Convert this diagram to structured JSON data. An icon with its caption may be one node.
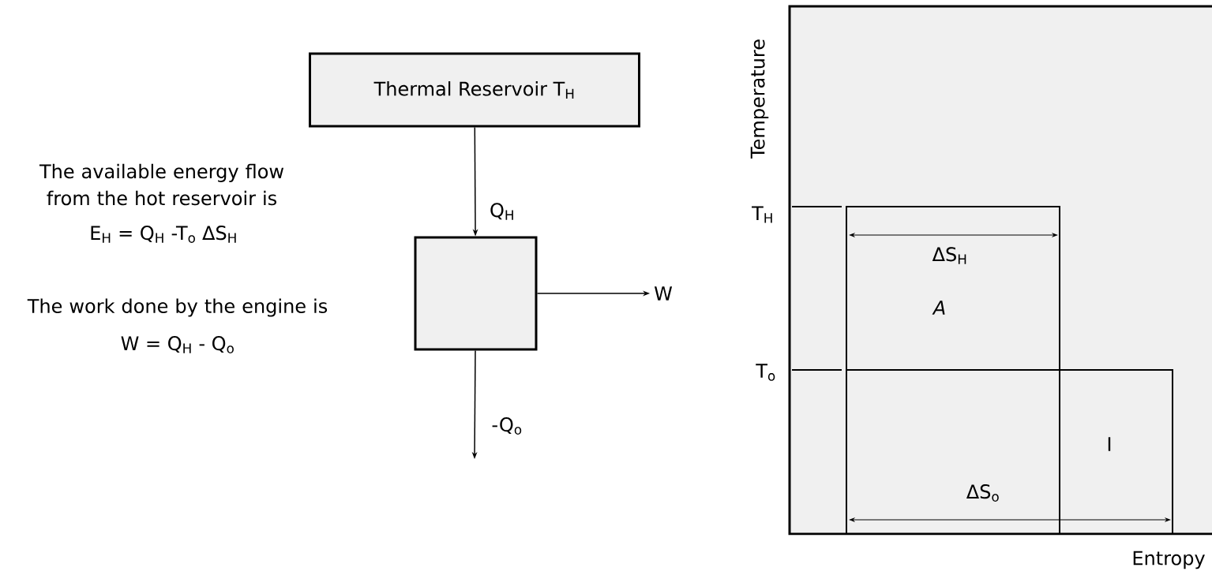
{
  "diagram": {
    "nodes": [
      {
        "text": [
          "Thermal Reservoir T$_{H}$"
        ]
      },
      {
        "text": [],
        "shape": "box"
      },
      {
        "text": [
          "W"
        ]
      }
    ],
    "edges": [
      {
        "from": 0,
        "to": 1,
        "arrow": "to",
        "label": "Q$_{H}$"
      },
      {
        "from": 1,
        "to": 2,
        "arrow": "to"
      },
      {
        "from": 1,
        "to": null,
        "arrow": "to",
        "label": "-Q$_{o}$"
      }
    ],
    "labels": [
      "The available energy flow from the hot reservoir is",
      "E$_{H}$ = Q$_{H}$ -T$_{o}$ ΔS$_{H}$",
      "The work done by the engine is",
      "W = Q$_{H}$ - Q$_{o}$",
      "Temperature",
      "T$_{H}$",
      "T$_{o}$",
      "ΔS$_{H}$",
      "A",
      "I",
      "ΔS$_{o}$",
      "Entropy"
    ]
  }
}
